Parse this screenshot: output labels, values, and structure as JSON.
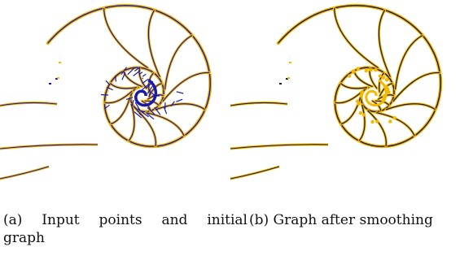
{
  "figure": {
    "panels": [
      {
        "id": "a",
        "caption_line1": "(a) Input points and initial",
        "caption_line2": "graph",
        "graph_color": "#1a1aa8",
        "points_color": "#f5b800"
      },
      {
        "id": "b",
        "caption": "(b) Graph after smoothing",
        "graph_color": "#1a1a2a",
        "points_color": "#f5b800"
      }
    ]
  }
}
